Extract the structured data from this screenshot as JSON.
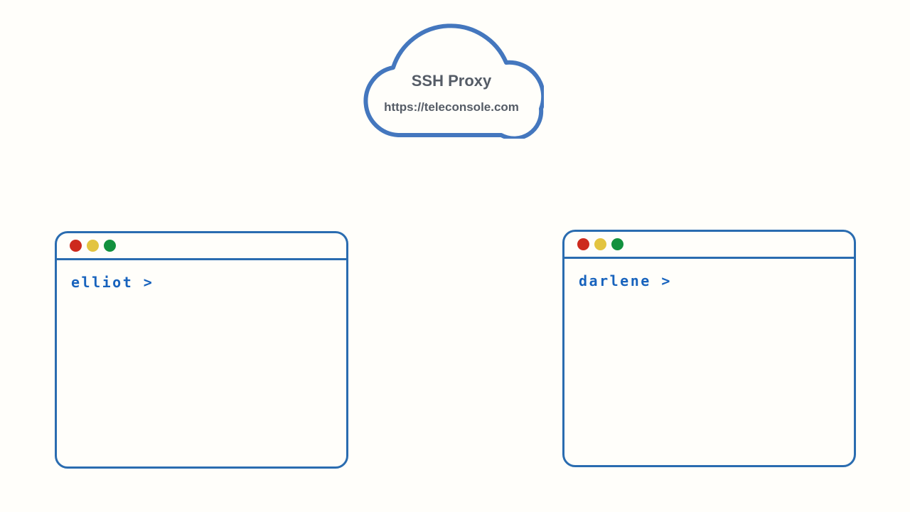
{
  "colors": {
    "page-bg": "#fffefa",
    "cloud-stroke": "#4477be",
    "cloud-text": "#555c66",
    "terminal-border": "#2a6cb0",
    "prompt-text": "#1863bd",
    "dot-red": "#cd2a1d",
    "dot-yellow": "#e3c440",
    "dot-green": "#12913e"
  },
  "cloud": {
    "title": "SSH Proxy",
    "url": "https://teleconsole.com"
  },
  "terminals": [
    {
      "user": "elliot",
      "prompt": "elliot >"
    },
    {
      "user": "darlene",
      "prompt": "darlene >"
    }
  ]
}
